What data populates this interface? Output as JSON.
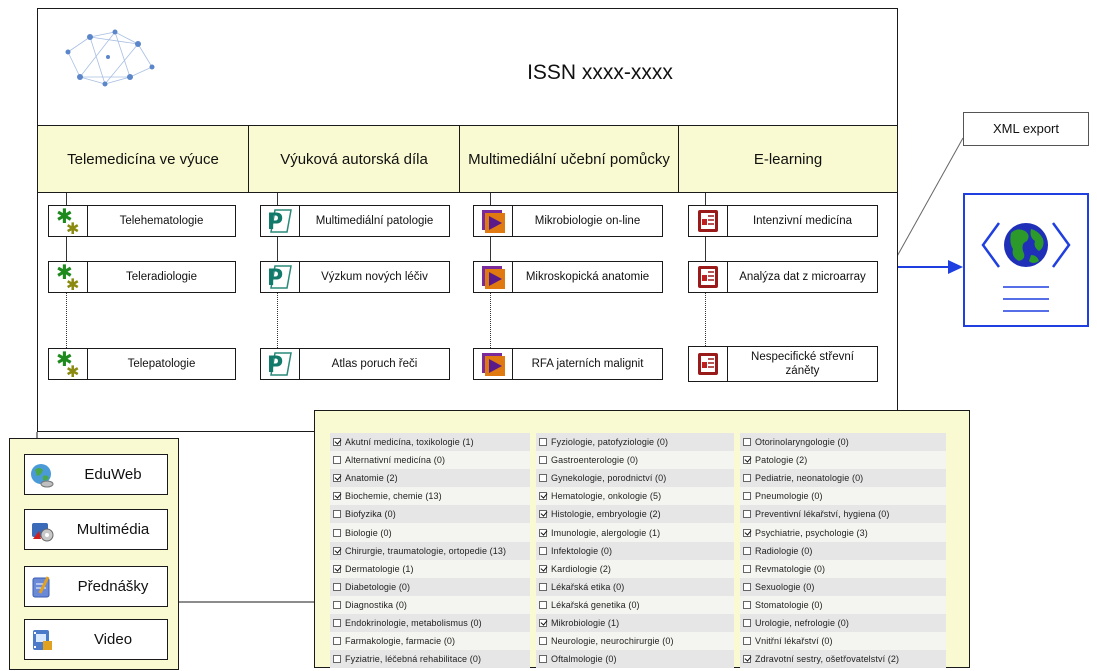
{
  "header": {
    "issn": "ISSN xxxx-xxxx"
  },
  "categories": [
    {
      "label": "Telemedicína ve výuce",
      "icon": "asterisk-pair-icon",
      "items": [
        "Telehematologie",
        "Teleradiologie",
        "Telepatologie"
      ]
    },
    {
      "label": "Výuková autorská díla",
      "icon": "p-document-icon",
      "items": [
        "Multimediální patologie",
        "Výzkum nových léčiv",
        "Atlas poruch řeči"
      ]
    },
    {
      "label": "Multimediální učební pomůcky",
      "icon": "media-play-icon",
      "items": [
        "Mikrobiologie on-line",
        "Mikroskopická anatomie",
        "RFA jaterních malignit"
      ]
    },
    {
      "label": "E-learning",
      "icon": "presentation-icon",
      "items": [
        "Intenzivní medicína",
        "Analýza dat z microarray",
        "Nespecifické střevní záněty"
      ]
    }
  ],
  "xml_export": {
    "label": "XML export"
  },
  "left_panel": [
    {
      "label": "EduWeb",
      "icon": "globe-mouse-icon"
    },
    {
      "label": "Multimédia",
      "icon": "multimedia-icon"
    },
    {
      "label": "Přednášky",
      "icon": "notepad-pen-icon"
    },
    {
      "label": "Video",
      "icon": "video-film-icon"
    }
  ],
  "filters": [
    [
      {
        "label": "Akutní medicína, toxikologie (1)",
        "checked": true
      },
      {
        "label": "Alternativní medicína (0)",
        "checked": false
      },
      {
        "label": "Anatomie (2)",
        "checked": true
      },
      {
        "label": "Biochemie, chemie (13)",
        "checked": true
      },
      {
        "label": "Biofyzika (0)",
        "checked": false
      },
      {
        "label": "Biologie (0)",
        "checked": false
      },
      {
        "label": "Chirurgie, traumatologie, ortopedie (13)",
        "checked": true
      },
      {
        "label": "Dermatologie (1)",
        "checked": true
      },
      {
        "label": "Diabetologie (0)",
        "checked": false
      },
      {
        "label": "Diagnostika (0)",
        "checked": false
      },
      {
        "label": "Endokrinologie, metabolismus (0)",
        "checked": false
      },
      {
        "label": "Farmakologie, farmacie (0)",
        "checked": false
      },
      {
        "label": "Fyziatrie, léčebná rehabilitace (0)",
        "checked": false
      }
    ],
    [
      {
        "label": "Fyziologie, patofyziologie (0)",
        "checked": false
      },
      {
        "label": "Gastroenterologie (0)",
        "checked": false
      },
      {
        "label": "Gynekologie, porodnictví (0)",
        "checked": false
      },
      {
        "label": "Hematologie, onkologie (5)",
        "checked": true
      },
      {
        "label": "Histologie, embryologie (2)",
        "checked": true
      },
      {
        "label": "Imunologie, alergologie (1)",
        "checked": true
      },
      {
        "label": "Infektologie (0)",
        "checked": false
      },
      {
        "label": "Kardiologie (2)",
        "checked": true
      },
      {
        "label": "Lékařská etika (0)",
        "checked": false
      },
      {
        "label": "Lékařská genetika (0)",
        "checked": false
      },
      {
        "label": "Mikrobiologie (1)",
        "checked": true
      },
      {
        "label": "Neurologie, neurochirurgie (0)",
        "checked": false
      },
      {
        "label": "Oftalmologie (0)",
        "checked": false
      }
    ],
    [
      {
        "label": "Otorinolaryngologie (0)",
        "checked": false
      },
      {
        "label": "Patologie (2)",
        "checked": true
      },
      {
        "label": "Pediatrie, neonatologie (0)",
        "checked": false
      },
      {
        "label": "Pneumologie (0)",
        "checked": false
      },
      {
        "label": "Preventivní lékařství, hygiena (0)",
        "checked": false
      },
      {
        "label": "Psychiatrie, psychologie (3)",
        "checked": true
      },
      {
        "label": "Radiologie (0)",
        "checked": false
      },
      {
        "label": "Revmatologie (0)",
        "checked": false
      },
      {
        "label": "Sexuologie (0)",
        "checked": false
      },
      {
        "label": "Stomatologie (0)",
        "checked": false
      },
      {
        "label": "Urologie, nefrologie (0)",
        "checked": false
      },
      {
        "label": "Vnitřní lékařství (0)",
        "checked": false
      },
      {
        "label": "Zdravotní sestry, ošetřovatelství (2)",
        "checked": true
      }
    ]
  ],
  "colors": {
    "panel_bg": "#fafad2",
    "arrow_blue": "#1f3fe0",
    "xml_green": "#1b7a2a"
  }
}
